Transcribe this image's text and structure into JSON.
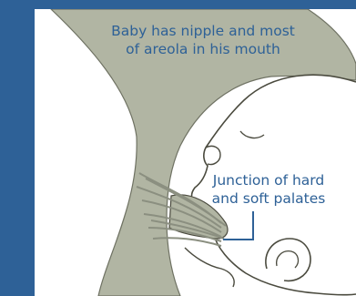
{
  "labels": {
    "top": [
      "Baby has nipple and most",
      "of areola in his mouth"
    ],
    "right": [
      "Junction of hard",
      "and soft palates"
    ]
  },
  "colors": {
    "background": "#2e6197",
    "breast": "#b1b5a3",
    "outline": "#4a4a3e",
    "palate_fibers": "#8b8f80",
    "pointer": "#2e6197",
    "text": "#2e6197"
  }
}
